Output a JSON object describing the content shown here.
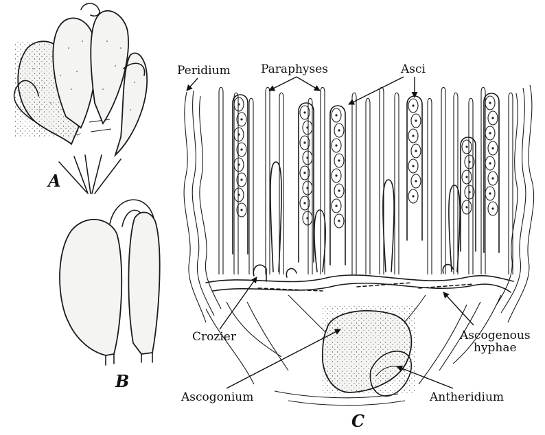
{
  "panels": {
    "a": "A",
    "b": "B",
    "c": "C"
  },
  "labels": {
    "peridium": "Peridium",
    "paraphyses": "Paraphyses",
    "asci": "Asci",
    "crozier": "Crozier",
    "ascogenous_line1": "Ascogenous",
    "ascogenous_line2": "hyphae",
    "ascogonium": "Ascogonium",
    "antheridium": "Antheridium"
  }
}
